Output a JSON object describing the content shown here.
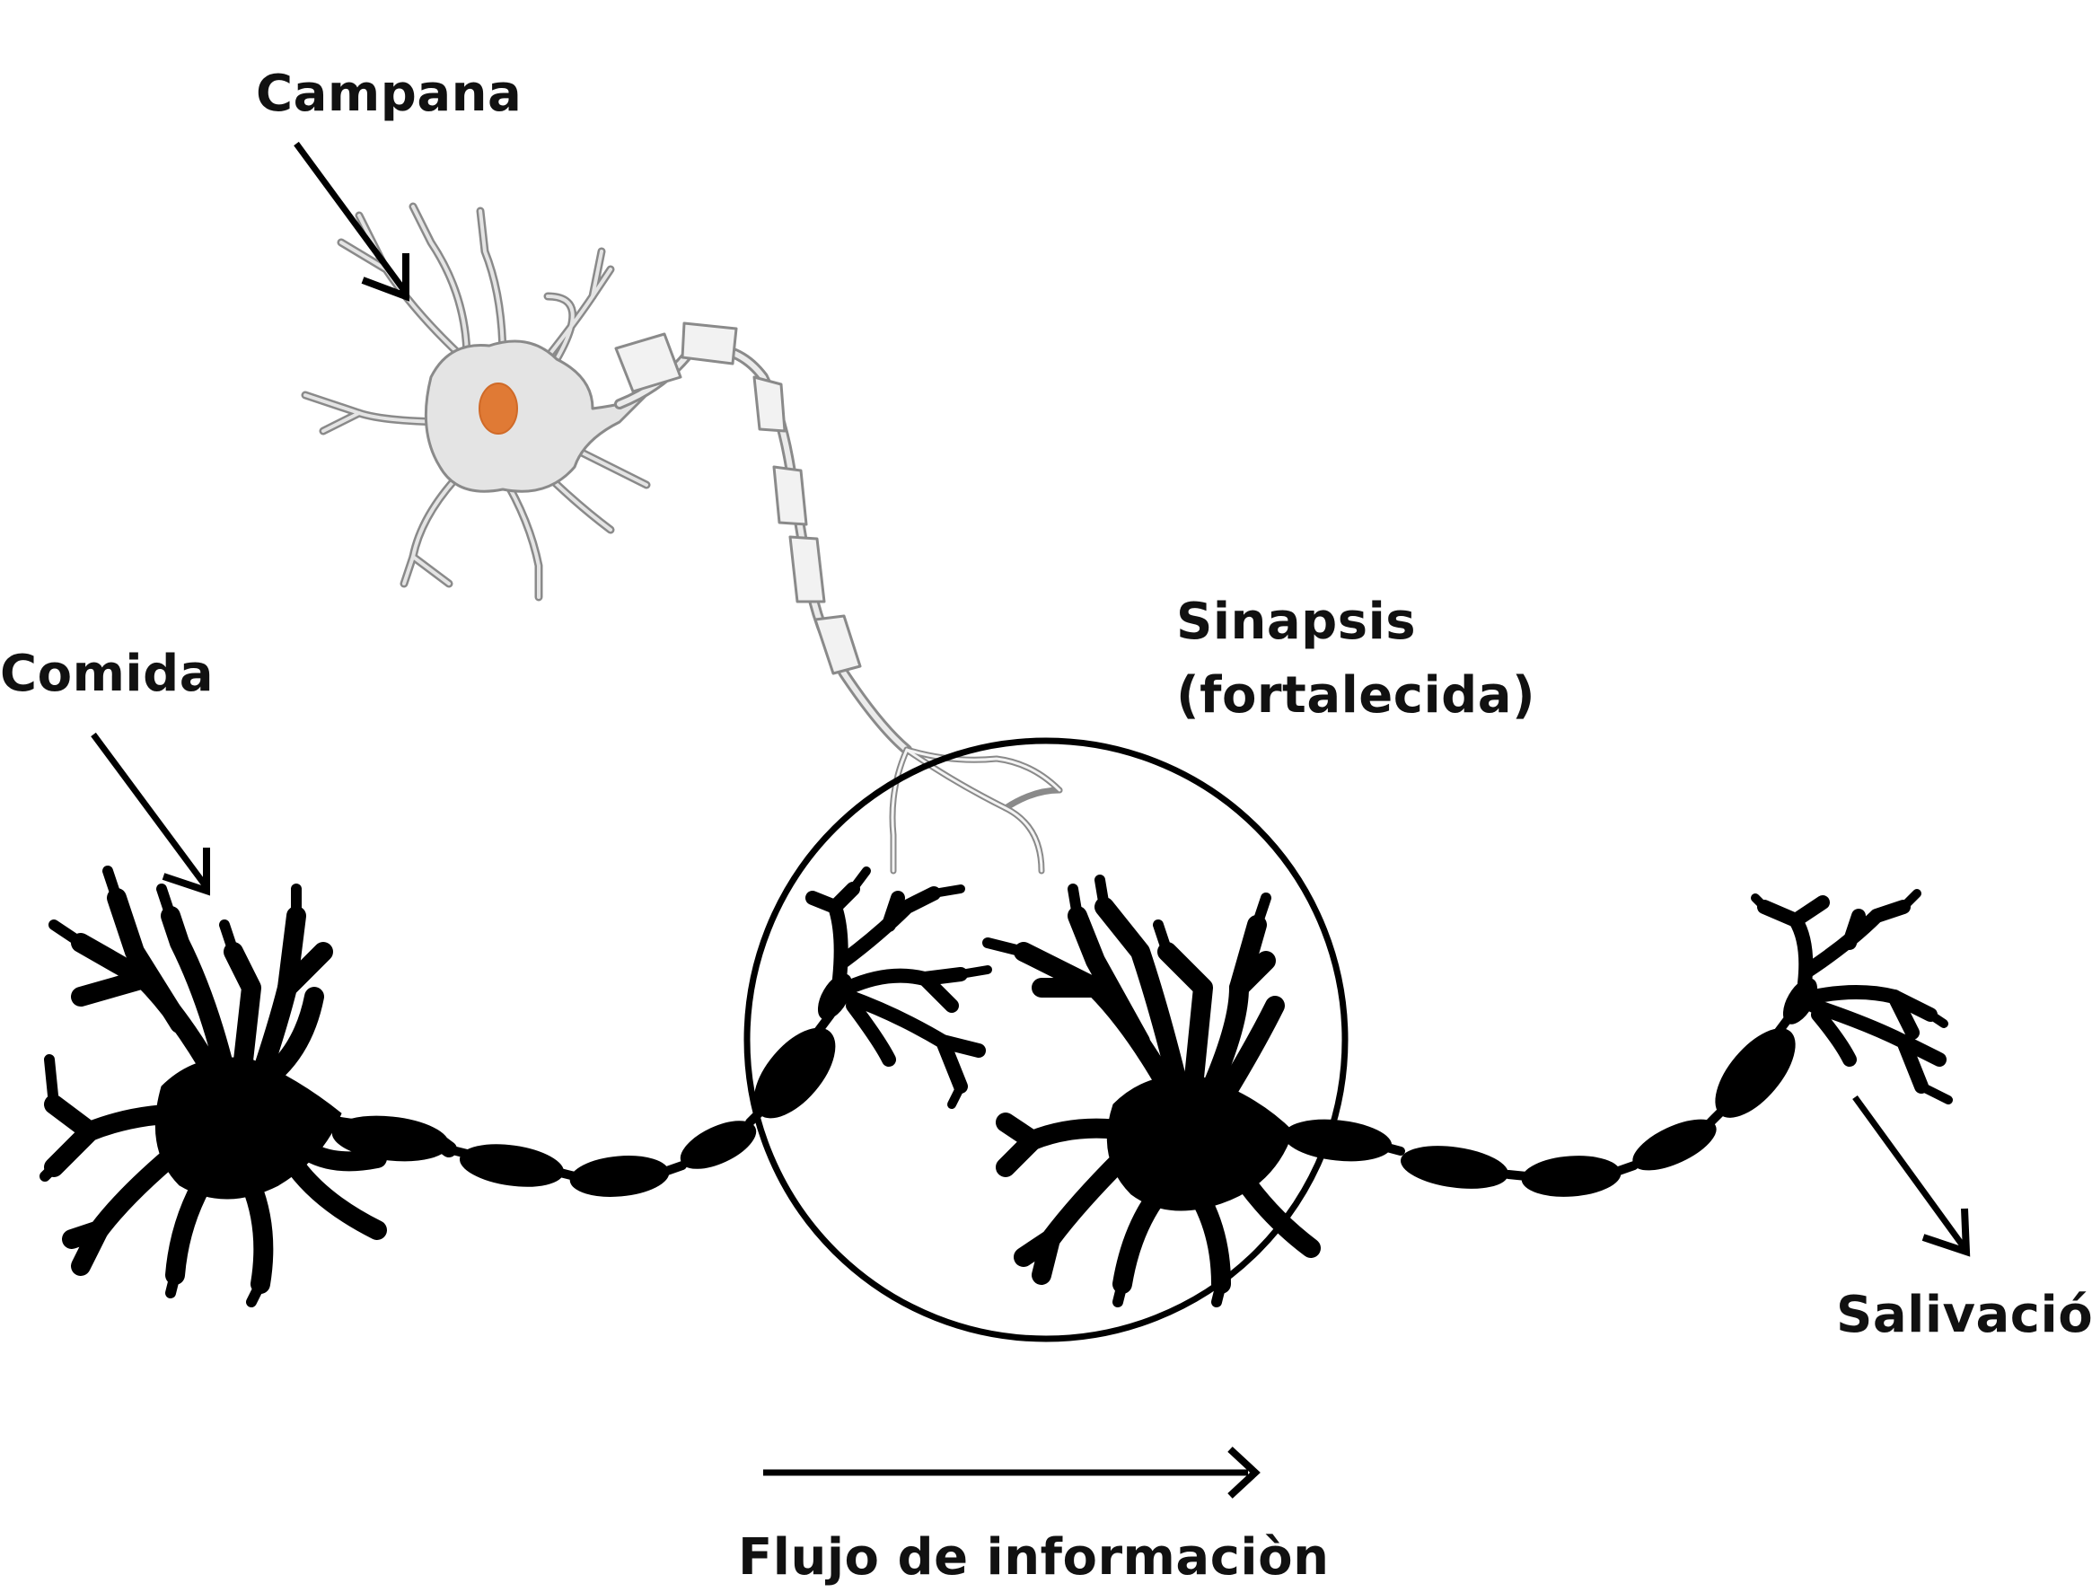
{
  "diagram": {
    "labels": {
      "campana": "Campana",
      "comida": "Comida",
      "sinapsis_line1": "Sinapsis",
      "sinapsis_line2": "(fortalecida)",
      "salivacion": "Salivación",
      "flujo": "Flujo de informaciòn"
    },
    "colors": {
      "ink": "#000000",
      "gray_neuron_fill": "#e4e4e4",
      "gray_neuron_stroke": "#8a8a8a",
      "nucleus": "#e07a35"
    }
  }
}
